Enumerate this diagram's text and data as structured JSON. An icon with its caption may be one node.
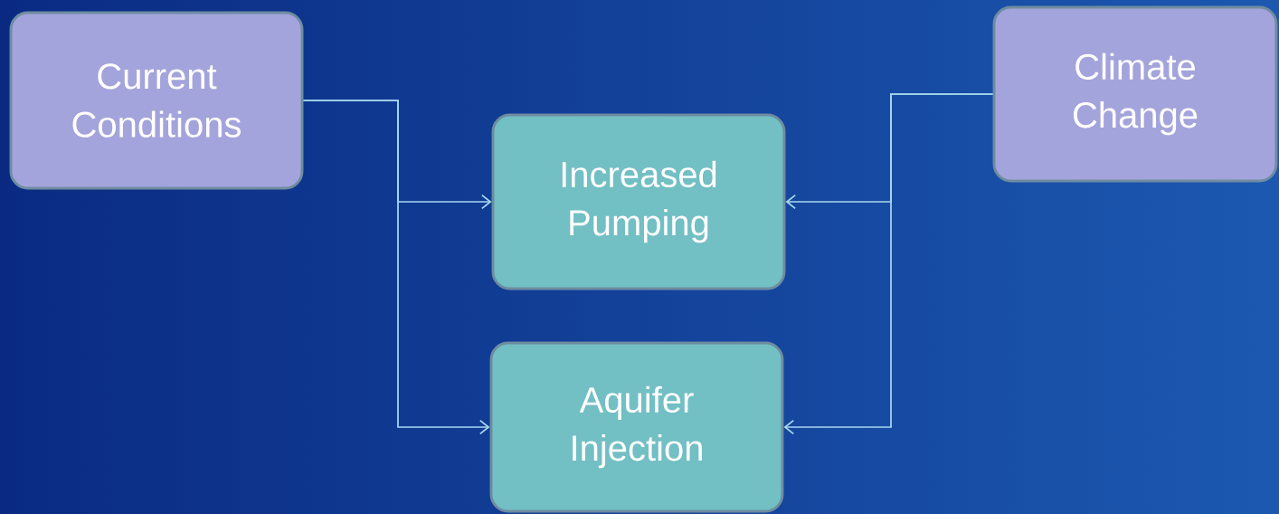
{
  "diagram": {
    "nodes": [
      {
        "text": [
          "Current Conditions"
        ]
      },
      {
        "text": [
          "Climate Change"
        ]
      },
      {
        "text": [
          "Increased Pumping"
        ]
      },
      {
        "text": [
          "Aquifer Injection"
        ]
      }
    ],
    "edges": [
      {
        "from": 0,
        "to": 2,
        "arrow": "to"
      },
      {
        "from": 0,
        "to": 3,
        "arrow": "to"
      },
      {
        "from": 1,
        "to": 2,
        "arrow": "to"
      },
      {
        "from": 1,
        "to": 3,
        "arrow": "to"
      }
    ]
  }
}
